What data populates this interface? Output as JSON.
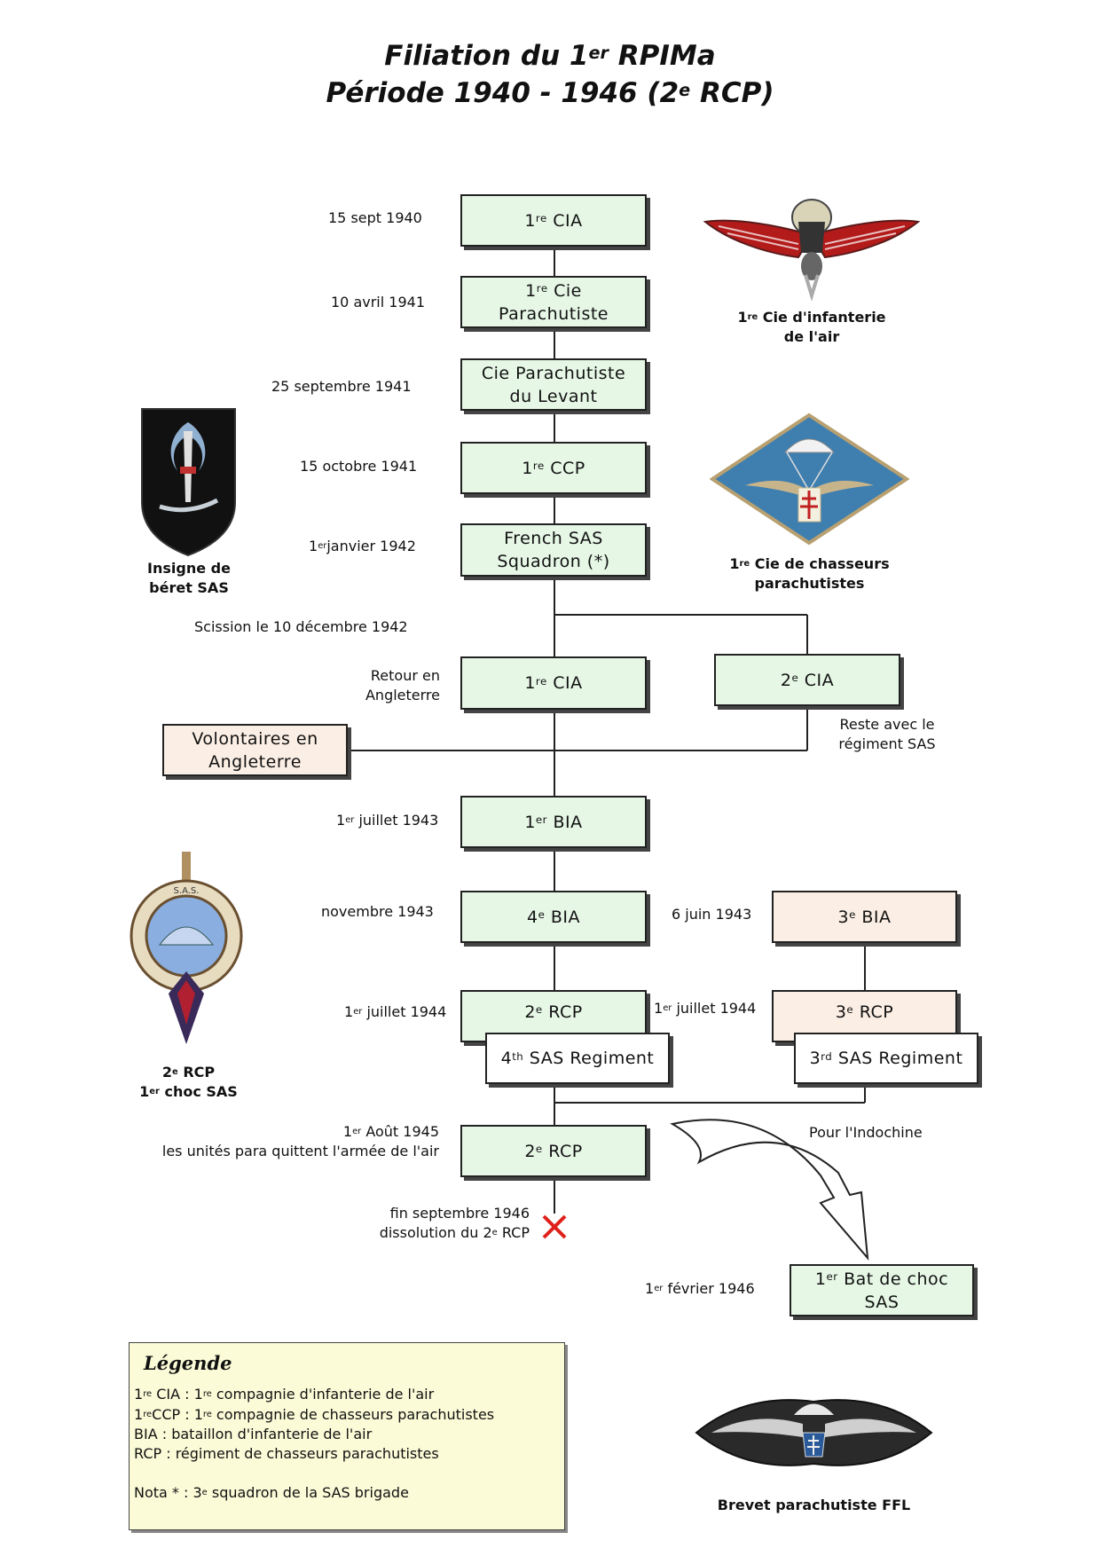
{
  "title": {
    "line1": [
      "Filiation du 1",
      "er",
      " RPIMa"
    ],
    "line2": [
      "Période 1940 - 1946 (2",
      "e",
      " RCP)"
    ]
  },
  "nodes": {
    "cia1": [
      "1",
      "re",
      " CIA"
    ],
    "cie_para_a": [
      "1",
      "re",
      " Cie"
    ],
    "cie_para_b": "Parachutiste",
    "levant_a": "Cie Parachutiste",
    "levant_b": "du Levant",
    "ccp": [
      "1",
      "re",
      " CCP"
    ],
    "sas_a": "French SAS",
    "sas_b": "Squadron (*)",
    "cia1_b": [
      "1",
      "re",
      " CIA"
    ],
    "cia2": [
      "2",
      "e",
      " CIA"
    ],
    "volontaires_a": "Volontaires en",
    "volontaires_b": "Angleterre",
    "bia1": [
      "1",
      "er",
      " BIA"
    ],
    "bia4": [
      "4",
      "e",
      " BIA"
    ],
    "bia3": [
      "3",
      "e",
      " BIA"
    ],
    "rcp2": [
      "2",
      "e",
      " RCP"
    ],
    "rcp3": [
      "3",
      "e",
      " RCP"
    ],
    "sas4": [
      "4",
      "th",
      " SAS Regiment"
    ],
    "sas3": [
      "3",
      "rd",
      " SAS Regiment"
    ],
    "rcp2_b": [
      "2",
      "e",
      " RCP"
    ],
    "bat_a": [
      "1",
      "er",
      " Bat de choc"
    ],
    "bat_b": "SAS"
  },
  "dates": {
    "d1": "15 sept 1940",
    "d2": "10 avril 1941",
    "d3": "25 septembre 1941",
    "d4": "15 octobre 1941",
    "d5": [
      "1",
      "er",
      "janvier 1942"
    ],
    "scission": "Scission le 10 décembre  1942",
    "retour_a": "Retour en",
    "retour_b": "Angleterre",
    "reste_a": "Reste avec le",
    "reste_b": "régiment SAS",
    "d6": [
      "1",
      "er",
      " juillet 1943"
    ],
    "d7": "novembre 1943",
    "d8": "6 juin 1943",
    "d9": [
      "1",
      "er",
      " juillet 1944"
    ],
    "d10": [
      "1",
      "er",
      " juillet 1944"
    ],
    "d11_a": [
      "1",
      "er",
      " Août 1945"
    ],
    "d11_b": "les unités para quittent l'armée de l'air",
    "indochine": "Pour l'Indochine",
    "fin_a": "fin septembre 1946",
    "fin_b": [
      "dissolution du 2",
      "e",
      " RCP"
    ],
    "d12": [
      "1",
      "er",
      " février 1946"
    ]
  },
  "captions": {
    "c1_a": [
      "1",
      "re",
      " Cie d'infanterie"
    ],
    "c1_b": "de l'air",
    "c2_a": "Insigne de",
    "c2_b": "béret SAS",
    "c3_a": [
      "1",
      "re",
      " Cie de chasseurs"
    ],
    "c3_b": "parachutistes",
    "c4_a": [
      "2",
      "e",
      " RCP"
    ],
    "c4_b": [
      "1",
      "er",
      " choc SAS"
    ],
    "c5": "Brevet parachutiste FFL"
  },
  "legend": {
    "title": "Légende",
    "l1": [
      "1",
      "re",
      " CIA : 1",
      "re",
      " compagnie d'infanterie de l'air"
    ],
    "l2": [
      "1",
      "re",
      "CCP : 1",
      "re",
      " compagnie de chasseurs parachutistes"
    ],
    "l3": "BIA : bataillon d'infanterie de l'air",
    "l4": "RCP : régiment de chasseurs parachutistes",
    "l5": [
      "Nota * :  3",
      "e",
      " squadron de la SAS brigade"
    ]
  },
  "colors": {
    "green_box": "#e6f7e6",
    "peach_box": "#fbeee4",
    "legend_bg": "#fbfbd8",
    "cross": "#e0201a"
  },
  "icons": [
    "wings-insignia-icon",
    "sas-beret-badge-icon",
    "diamond-para-insignia-icon",
    "sas-medal-icon",
    "ffl-para-wings-icon",
    "dissolution-cross-icon"
  ]
}
